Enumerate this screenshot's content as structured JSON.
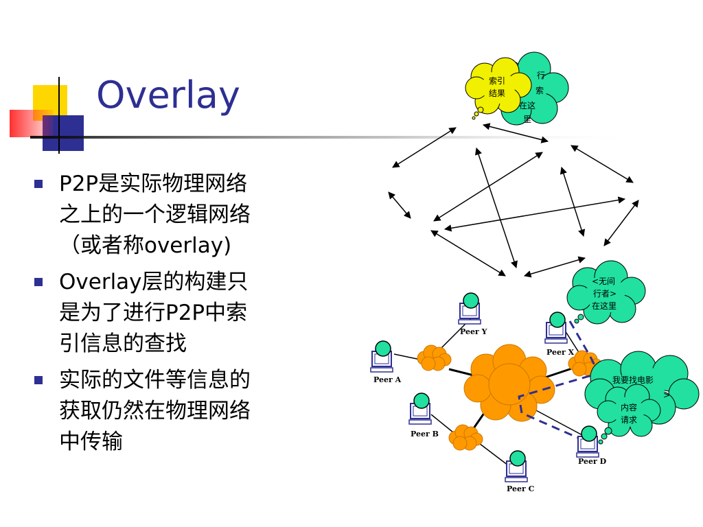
{
  "slide": {
    "title": "Overlay",
    "bullets": [
      {
        "lines": [
          "P2P是实际物理网络",
          "之上的一个逻辑网络",
          "（或者称overlay)"
        ]
      },
      {
        "lines": [
          "Overlay层的构建只",
          "是为了进行P2P中索",
          "引信息的查找"
        ]
      },
      {
        "lines": [
          "实际的文件等信息的",
          "获取仍然在物理网络",
          "中传输"
        ]
      }
    ],
    "accent_colors": {
      "title": "#2e2f92",
      "yellow": "#ffd700",
      "blue": "#2e2f92",
      "red": "#ff4040",
      "cloud_orange": "#ff9900",
      "callout_green": "#21e0a0",
      "callout_yellow": "#f0f000"
    }
  },
  "diagram": {
    "peers": [
      "Peer Y",
      "Peer A",
      "Peer X",
      "Peer B",
      "Peer D",
      "Peer C"
    ],
    "callouts": {
      "top_back": [
        "行",
        "索",
        "在这",
        "里"
      ],
      "top_front": [
        "索引",
        "结果"
      ],
      "middle": [
        "<无间",
        "行者>",
        "在这里"
      ],
      "right_back": [
        "我要找电影",
        ">"
      ],
      "right_front": [
        "内容",
        "请求"
      ]
    }
  }
}
